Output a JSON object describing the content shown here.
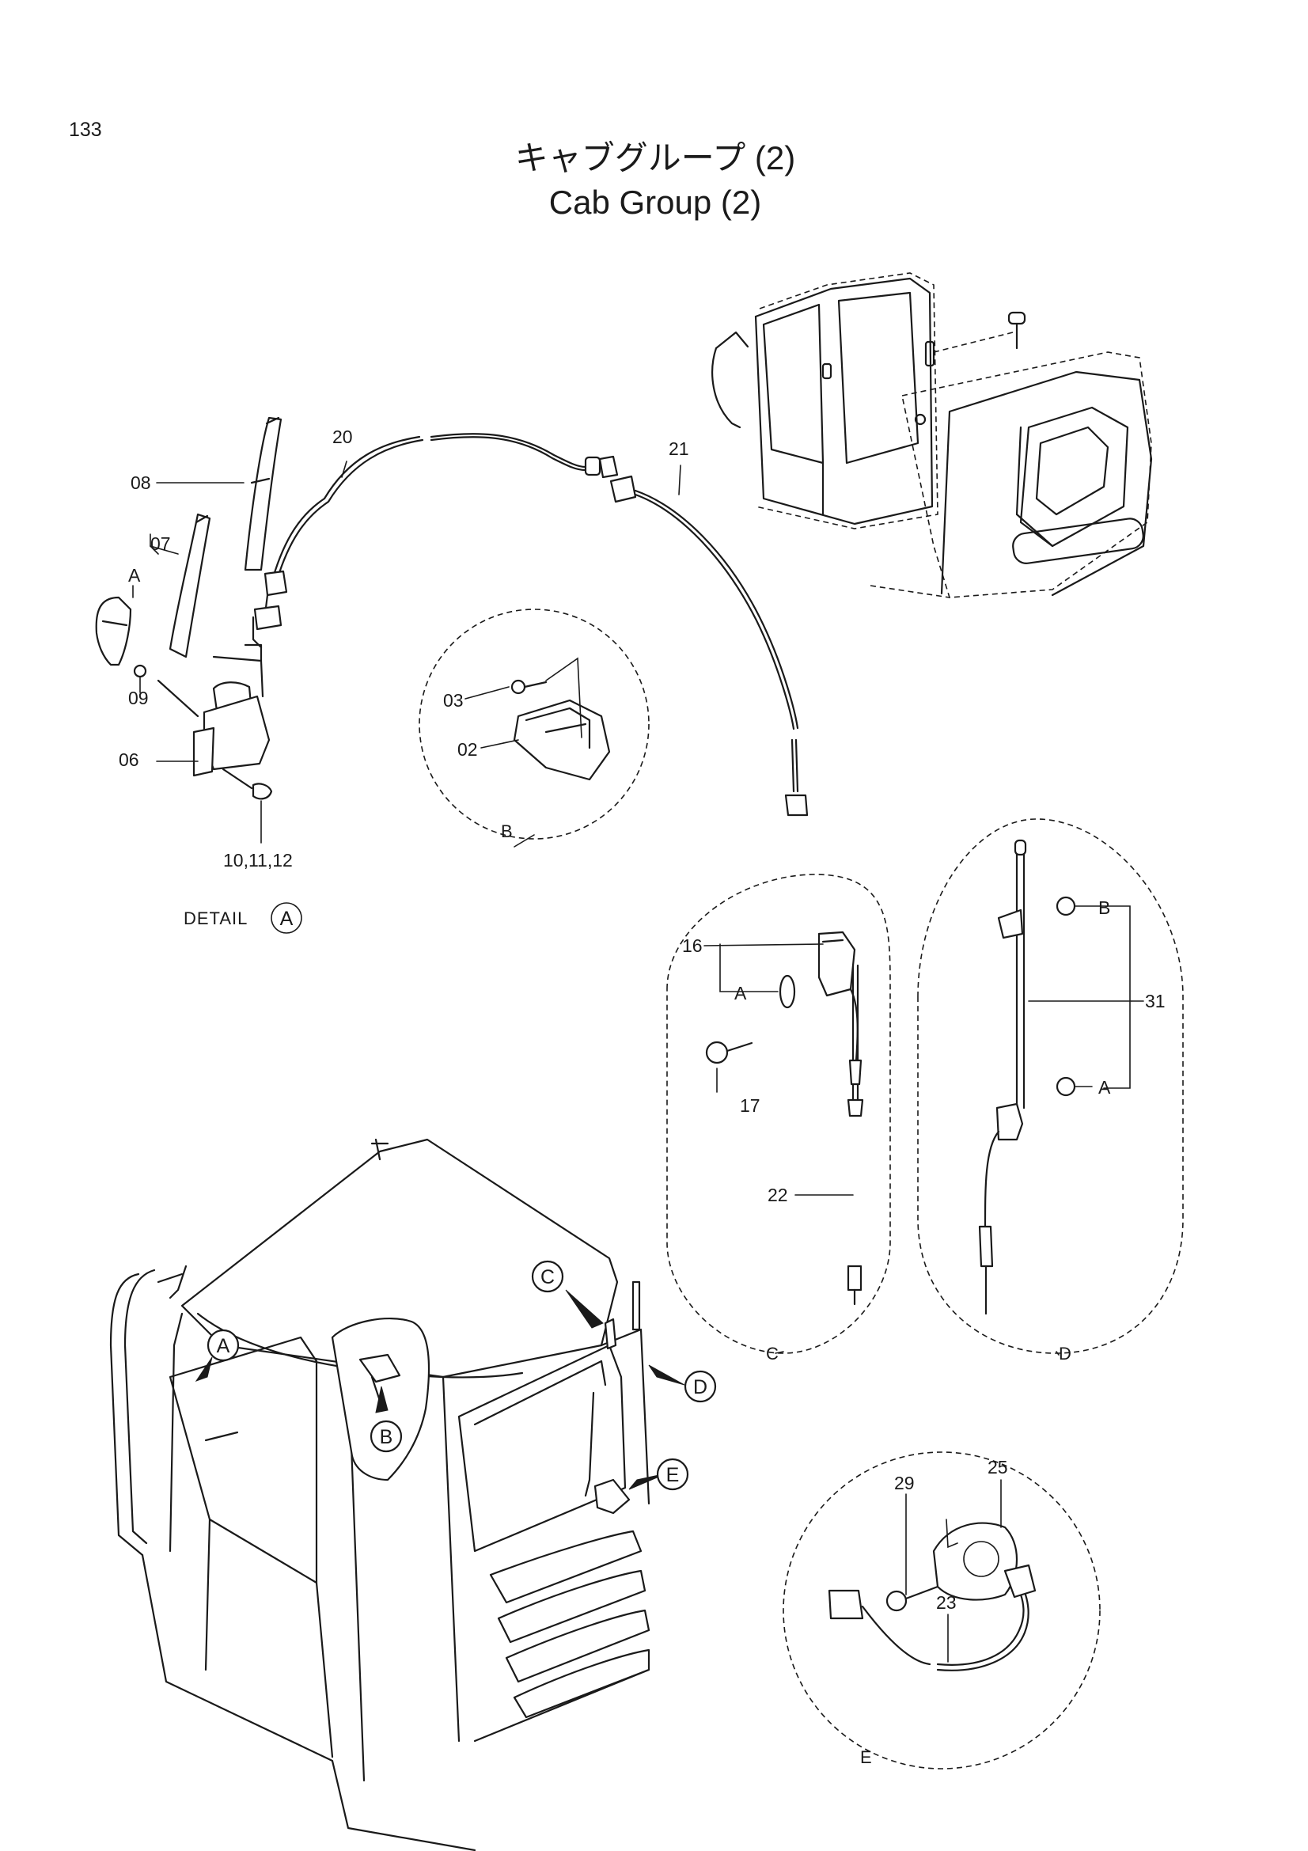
{
  "header": {
    "page_number": "133",
    "title_jp": "キャブグループ (2)",
    "title_en": "Cab Group (2)"
  },
  "labels": {
    "p02": "02",
    "p03": "03",
    "p06": "06",
    "p07": "07",
    "p08": "08",
    "p09": "09",
    "p10": "10,11,12",
    "p16": "16",
    "p17": "17",
    "p20": "20",
    "p21": "21",
    "p22": "22",
    "p23": "23",
    "p25": "25",
    "p29": "29",
    "p31": "31"
  },
  "refs": {
    "a": "A",
    "b": "B",
    "c": "C",
    "d": "D",
    "e": "E"
  },
  "detail_caption": {
    "prefix": "DETAIL",
    "ref": "A"
  }
}
